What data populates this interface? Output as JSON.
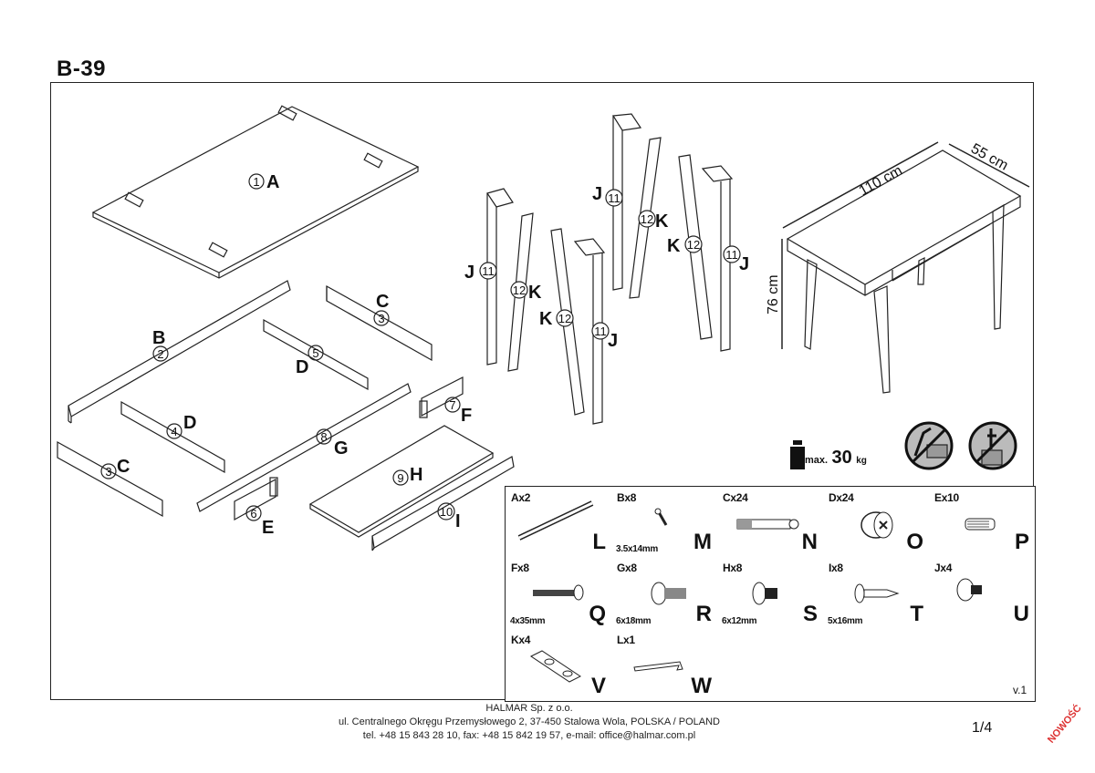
{
  "document": {
    "model_code": "B-39",
    "version": "v.1",
    "page": "1/4",
    "badge": "NOWOŚĆ"
  },
  "dimensions": {
    "width": "110 cm",
    "depth": "55 cm",
    "height": "76 cm"
  },
  "load": {
    "prefix": "max.",
    "value": "30",
    "unit": "kg"
  },
  "warnings": [
    {
      "icon": "no-climbing-icon"
    },
    {
      "icon": "no-standing-icon"
    }
  ],
  "panels": [
    {
      "num": "1",
      "letter": "A"
    },
    {
      "num": "2",
      "letter": "B"
    },
    {
      "num": "3",
      "letter": "C"
    },
    {
      "num": "3",
      "letter": "C"
    },
    {
      "num": "4",
      "letter": "D"
    },
    {
      "num": "5",
      "letter": "D"
    },
    {
      "num": "6",
      "letter": "E"
    },
    {
      "num": "7",
      "letter": "F"
    },
    {
      "num": "8",
      "letter": "G"
    },
    {
      "num": "9",
      "letter": "H"
    },
    {
      "num": "10",
      "letter": "I"
    },
    {
      "num": "11",
      "letter": "J"
    },
    {
      "num": "12",
      "letter": "K"
    }
  ],
  "hardware": [
    {
      "qty": "Ax2",
      "code": "L",
      "size": "",
      "icon": "drawer-slide-icon"
    },
    {
      "qty": "Bx8",
      "code": "M",
      "size": "3.5x14mm",
      "icon": "small-screw-icon"
    },
    {
      "qty": "Cx24",
      "code": "N",
      "size": "",
      "icon": "cam-bolt-icon"
    },
    {
      "qty": "Dx24",
      "code": "O",
      "size": "",
      "icon": "cam-lock-icon"
    },
    {
      "qty": "Ex10",
      "code": "P",
      "size": "",
      "icon": "wooden-dowel-icon"
    },
    {
      "qty": "Fx8",
      "code": "Q",
      "size": "4x35mm",
      "icon": "wood-screw-icon"
    },
    {
      "qty": "Gx8",
      "code": "R",
      "size": "6x18mm",
      "icon": "hex-bolt-icon"
    },
    {
      "qty": "Hx8",
      "code": "S",
      "size": "6x12mm",
      "icon": "hex-bolt-short-icon"
    },
    {
      "qty": "Ix8",
      "code": "T",
      "size": "5x16mm",
      "icon": "pan-head-screw-icon"
    },
    {
      "qty": "Jx4",
      "code": "U",
      "size": "",
      "icon": "leveling-foot-icon"
    },
    {
      "qty": "Kx4",
      "code": "V",
      "size": "",
      "icon": "connector-plate-icon"
    },
    {
      "qty": "Lx1",
      "code": "W",
      "size": "",
      "icon": "allen-key-icon"
    }
  ],
  "footer": {
    "company": "HALMAR Sp. z o.o.",
    "address": "ul. Centralnego Okręgu Przemysłowego 2, 37-450 Stalowa Wola, POLSKA / POLAND",
    "contact": "tel. +48 15 843 28 10, fax: +48 15 842 19 57, e-mail: office@halmar.com.pl"
  }
}
